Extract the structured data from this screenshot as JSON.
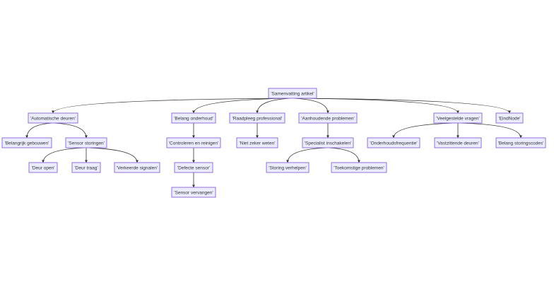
{
  "nodes": [
    {
      "id": "root",
      "label": "'Samenvatting artikel'"
    },
    {
      "id": "auto",
      "label": "'Automatische deuren'"
    },
    {
      "id": "belang_ond",
      "label": "'Belang onderhoud'"
    },
    {
      "id": "raadpleeg",
      "label": "'Raadpleeg professional'"
    },
    {
      "id": "aanhoud",
      "label": "'Aanhoudende problemen'"
    },
    {
      "id": "veelgest",
      "label": "'Veelgestelde vragen'"
    },
    {
      "id": "eind",
      "label": "'EindNode'"
    },
    {
      "id": "belangrijk",
      "label": "'Belangrijk gebouwen'"
    },
    {
      "id": "sensor_st",
      "label": "'Sensor storingen'"
    },
    {
      "id": "controleren",
      "label": "'Controleren en reinigen'"
    },
    {
      "id": "niet_zeker",
      "label": "'Niet zeker weten'"
    },
    {
      "id": "specialist",
      "label": "'Specialist inschakelen'"
    },
    {
      "id": "onderhoudsfreq",
      "label": "'Onderhoudsfrequentie'"
    },
    {
      "id": "vastzittende",
      "label": "'Vastzittende deuren'"
    },
    {
      "id": "belang_codes",
      "label": "'Belang storingscodes'"
    },
    {
      "id": "deur_open",
      "label": "'Deur open'"
    },
    {
      "id": "deur_traag",
      "label": "'Deur traag'"
    },
    {
      "id": "verkeerde",
      "label": "'Verkeerde signalen'"
    },
    {
      "id": "defecte",
      "label": "'Defecte sensor'"
    },
    {
      "id": "storing_verh",
      "label": "'Storing verhelpen'"
    },
    {
      "id": "toekomstige",
      "label": "'Toekomstige problemen'"
    },
    {
      "id": "sensor_verv",
      "label": "'Sensor vervangen'"
    }
  ],
  "edges": [
    [
      "root",
      "auto"
    ],
    [
      "root",
      "belang_ond"
    ],
    [
      "root",
      "raadpleeg"
    ],
    [
      "root",
      "aanhoud"
    ],
    [
      "root",
      "veelgest"
    ],
    [
      "root",
      "eind"
    ],
    [
      "auto",
      "belangrijk"
    ],
    [
      "auto",
      "sensor_st"
    ],
    [
      "sensor_st",
      "deur_open"
    ],
    [
      "sensor_st",
      "deur_traag"
    ],
    [
      "sensor_st",
      "verkeerde"
    ],
    [
      "belang_ond",
      "controleren"
    ],
    [
      "controleren",
      "defecte"
    ],
    [
      "defecte",
      "sensor_verv"
    ],
    [
      "raadpleeg",
      "niet_zeker"
    ],
    [
      "aanhoud",
      "specialist"
    ],
    [
      "specialist",
      "storing_verh"
    ],
    [
      "specialist",
      "toekomstige"
    ],
    [
      "veelgest",
      "onderhoudsfreq"
    ],
    [
      "veelgest",
      "vastzittende"
    ],
    [
      "veelgest",
      "belang_codes"
    ]
  ]
}
